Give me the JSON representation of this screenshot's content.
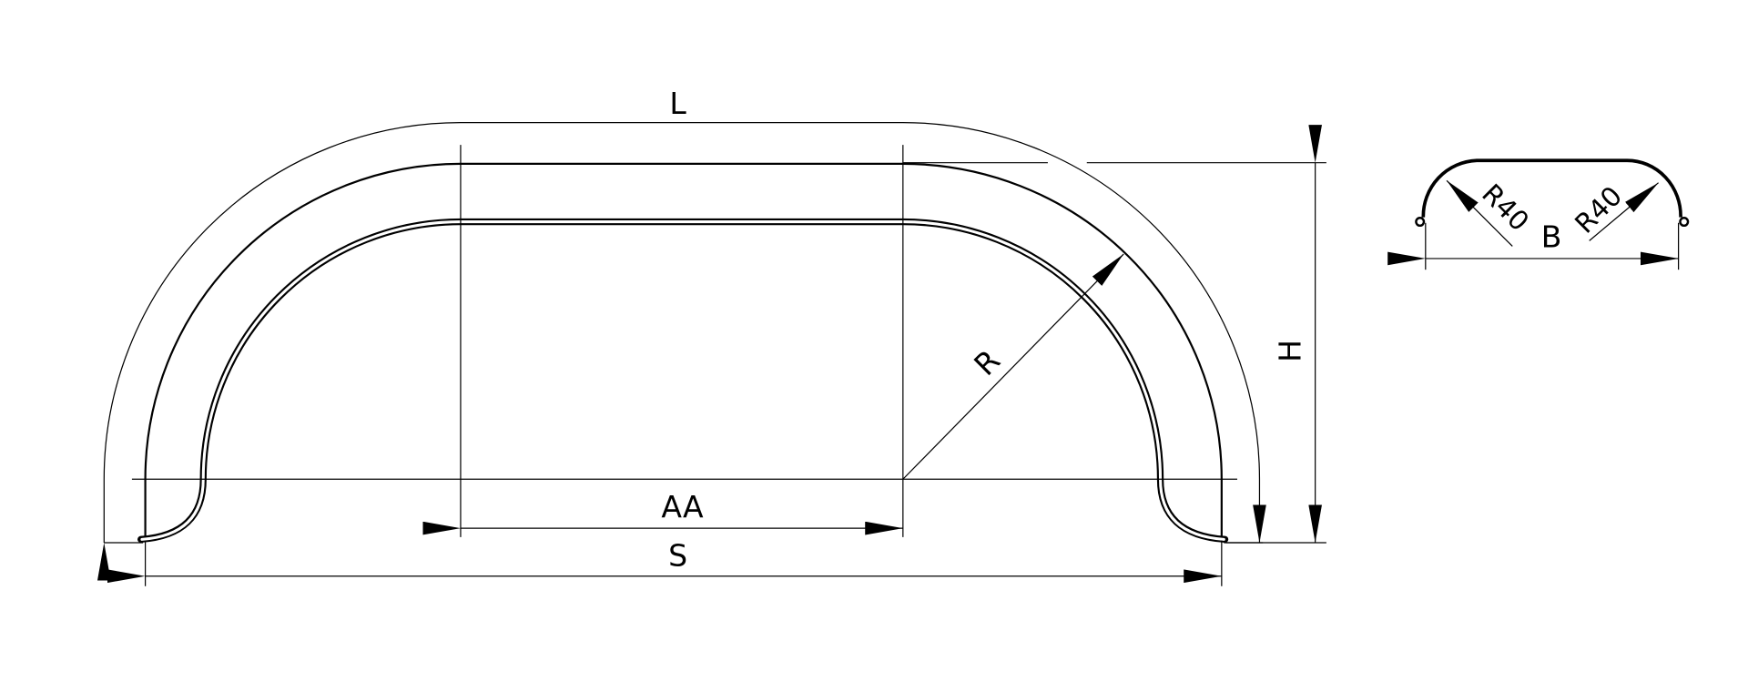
{
  "drawing": {
    "labels": {
      "length": "L",
      "axle_distance": "AA",
      "span": "S",
      "radius": "R",
      "height": "H",
      "width": "B",
      "radius_left": "R40",
      "radius_right": "R40"
    },
    "colors": {
      "line": "#000000",
      "background": "#ffffff"
    }
  }
}
